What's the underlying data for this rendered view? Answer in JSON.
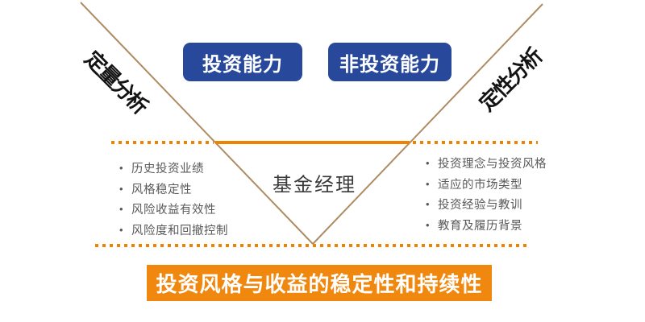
{
  "funnel": {
    "left_axis_label": "定量分析",
    "right_axis_label": "定性分析",
    "center_label": "基金经理"
  },
  "capability_buttons": [
    {
      "label": "投资能力"
    },
    {
      "label": "非投资能力"
    }
  ],
  "quantitative_criteria": {
    "items": [
      "历史投资业绩",
      "风格稳定性",
      "风险收益有效性",
      "风险度和回撤控制"
    ]
  },
  "qualitative_criteria": {
    "items": [
      "投资理念与投资风格",
      "适应的市场类型",
      "投资经验与教训",
      "教育及履历背景"
    ]
  },
  "banner": {
    "text": "投资风格与收益的稳定性和持续性"
  },
  "bullet_char": "•",
  "colors": {
    "accent_orange": "#EF8200",
    "banner_orange": "#F0880F",
    "button_blue": "#27489B",
    "funnel_line_tan": "#AE8C64",
    "list_text_gray": "#595959"
  }
}
